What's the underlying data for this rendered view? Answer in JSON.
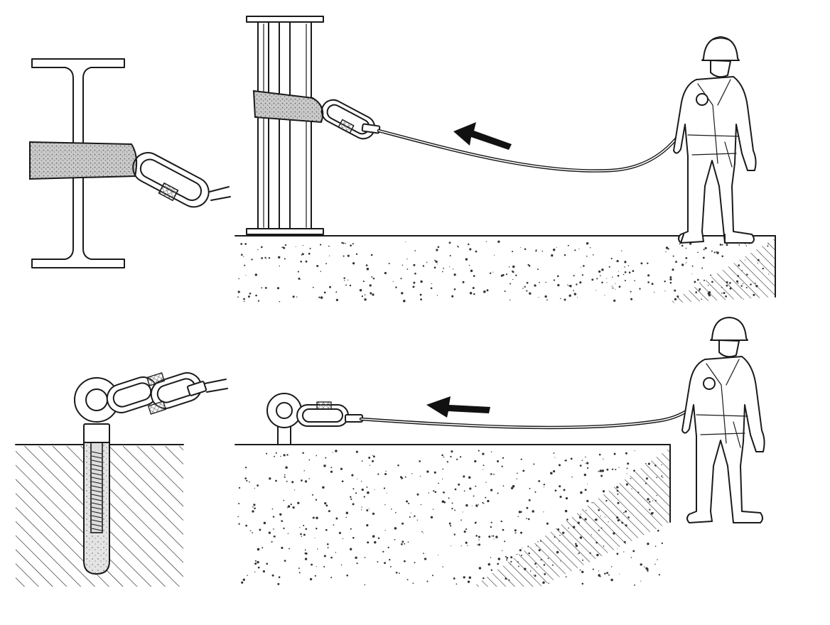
{
  "figure": {
    "panels": [
      {
        "id": "beam-anchor-detail",
        "description_icon": "i-beam-sling-anchor-icon"
      },
      {
        "id": "beam-anchor-scene",
        "description_icon": "worker-tied-to-column-icon"
      },
      {
        "id": "eyebolt-anchor-detail",
        "description_icon": "eyebolt-anchor-icon"
      },
      {
        "id": "eyebolt-anchor-scene",
        "description_icon": "worker-tied-to-eyebolt-icon"
      }
    ],
    "colors": {
      "line": "#1a1a1a",
      "fill": "#ffffff",
      "arrow": "#111111",
      "concrete_fleck": "#333333"
    }
  }
}
